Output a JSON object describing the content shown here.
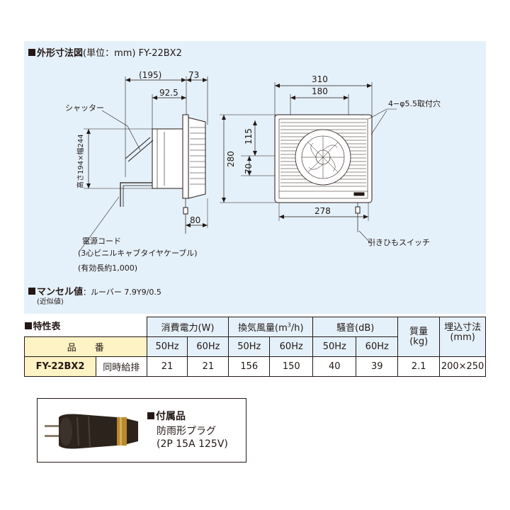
{
  "dimension_section": {
    "heading": "外形寸法図",
    "unit": "(単位：mm)",
    "model": "FY-22BX2",
    "side_view": {
      "dims": {
        "overall_depth": "(195)",
        "front_depth": "73",
        "pipe_depth": "92.5",
        "cord_pos": "80"
      },
      "height_label": "高さ194×幅244",
      "shutter_label": "シャッター",
      "cord_label_1": "電源コード",
      "cord_label_2": "(3心ビニルキャブタイヤケーブル)",
      "cord_label_3": "(有効長約1,000)"
    },
    "front_view": {
      "dims": {
        "width": "310",
        "hole_pitch": "180",
        "height": "280",
        "upper": "115",
        "lower": "70",
        "bottom_width": "278"
      },
      "hole_label": "4−φ5.5取付穴",
      "switch_label": "引きひもスイッチ"
    }
  },
  "munsell": {
    "heading": "マンセル値",
    "value": "：ルーバー 7.9Y9/0.5",
    "note": "(近似値)"
  },
  "spec_table": {
    "heading": "特性表",
    "groups": {
      "power": "消費電力(W)",
      "airflow_pre": "換気風量(m",
      "airflow_sup": "3",
      "airflow_post": "/h)",
      "noise": "騒音(dB)",
      "mass": "質量\n(kg)",
      "opening": "埋込寸法\n(mm)"
    },
    "model_header": "品　　番",
    "freqs": [
      "50Hz",
      "60Hz",
      "50Hz",
      "60Hz",
      "50Hz",
      "60Hz"
    ],
    "row": {
      "model": "FY-22BX2",
      "type": "同時給排",
      "power_50": "21",
      "power_60": "21",
      "air_50": "156",
      "air_60": "150",
      "noise_50": "40",
      "noise_60": "39",
      "mass": "2.1",
      "opening": "200×250"
    }
  },
  "accessory": {
    "heading": "付属品",
    "name": "防雨形プラグ",
    "spec": "(2P 15A 125V)"
  },
  "colors": {
    "panel_bg": "#e5f1fa",
    "model_row_bg": "#fdf3c4",
    "line": "#231815"
  }
}
